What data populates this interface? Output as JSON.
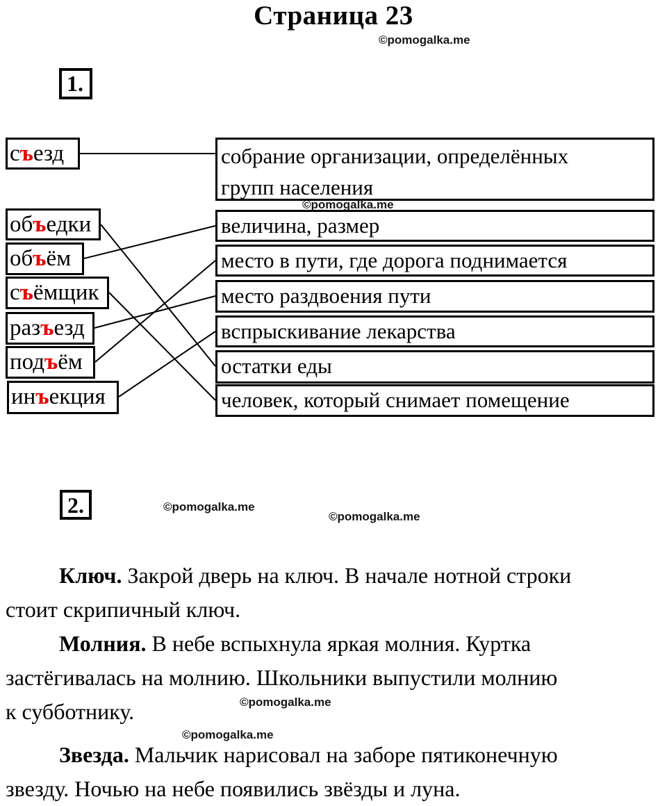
{
  "page": {
    "title": "Страница 23",
    "watermark": "©pomogalka.me"
  },
  "exercise1": {
    "number": "1.",
    "hard_sign_color": "#e60000",
    "words": [
      {
        "pre": "с",
        "hard_sign": "ъ",
        "post": "езд"
      },
      {
        "pre": "об",
        "hard_sign": "ъ",
        "post": "едки"
      },
      {
        "pre": "об",
        "hard_sign": "ъ",
        "post": "ём"
      },
      {
        "pre": "с",
        "hard_sign": "ъ",
        "post": "ёмщик"
      },
      {
        "pre": "раз",
        "hard_sign": "ъ",
        "post": "езд"
      },
      {
        "pre": "под",
        "hard_sign": "ъ",
        "post": "ём"
      },
      {
        "pre": "ин",
        "hard_sign": "ъ",
        "post": "екция"
      }
    ],
    "definitions": [
      "собрание организации, определённых\nгрупп населения",
      "величина, размер",
      "место в пути, где дорога поднимается",
      "место раздвоения пути",
      "вспрыскивание лекарства",
      "остатки еды",
      "человек, который снимает помещение"
    ],
    "connections": [
      [
        0,
        0
      ],
      [
        1,
        5
      ],
      [
        2,
        1
      ],
      [
        3,
        6
      ],
      [
        4,
        3
      ],
      [
        5,
        2
      ],
      [
        6,
        4
      ]
    ]
  },
  "exercise2": {
    "number": "2.",
    "paragraphs": [
      {
        "lead": "Ключ.",
        "first_line_rest": "Закрой дверь на ключ. В начале нотной строки",
        "rest_lines": [
          "стоит скрипичный ключ."
        ]
      },
      {
        "lead": "Молния.",
        "first_line_rest": "В небе вспыхнула яркая молния. Куртка",
        "rest_lines": [
          "застёгивалась на молнию. Школьники выпустили молнию",
          "к субботнику."
        ]
      },
      {
        "lead": "Звезда.",
        "first_line_rest": "Мальчик нарисовал на заборе пятиконечную",
        "rest_lines": [
          "звезду. Ночью на небе появились звёзды и луна."
        ]
      }
    ]
  }
}
